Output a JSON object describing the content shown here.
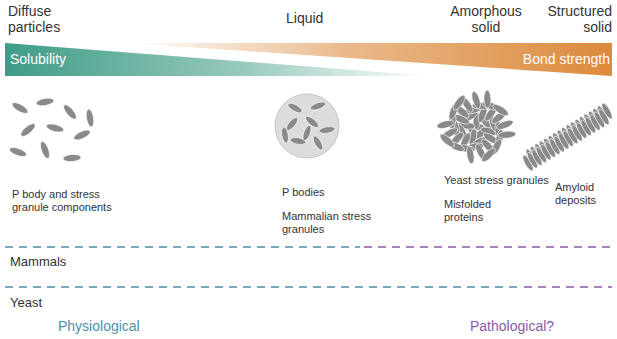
{
  "diagram": {
    "labels": [
      "Diffuse particles",
      "Liquid",
      "Amorphous solid",
      "Structured solid",
      "Solubility",
      "Bond strength",
      "P body and stress granule components",
      "P bodies",
      "Mammalian stress granules",
      "Yeast stress granules",
      "Misfolded proteins",
      "Amyloid deposits",
      "Mammals",
      "Yeast",
      "Physiological",
      "Pathological?"
    ]
  }
}
